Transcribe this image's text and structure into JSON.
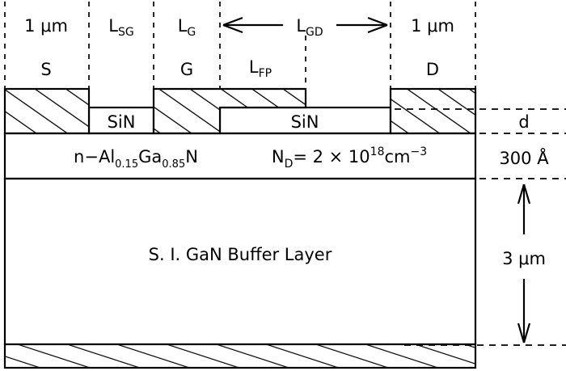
{
  "figure": {
    "type": "cross-section-schematic",
    "title": "AlGaN/GaN HEMT with field plate cross-section"
  },
  "top_dimension_labels": {
    "source_width": "1 μm",
    "source_gate_spacing": "L",
    "source_gate_spacing_sub": "SG",
    "gate_length": "L",
    "gate_length_sub": "G",
    "gate_drain_spacing": "L",
    "gate_drain_spacing_sub": "GD",
    "drain_width": "1 μm"
  },
  "electrode_labels": {
    "source": "S",
    "gate": "G",
    "drain": "D",
    "field_plate": "L",
    "field_plate_sub": "FP"
  },
  "layers": {
    "passivation_left": "SiN",
    "passivation_right": "SiN",
    "barrier_prefix": "n−Al",
    "barrier_sub_1": "0.15",
    "barrier_mid": "Ga",
    "barrier_sub_2": "0.85",
    "barrier_suffix": "N",
    "buffer": "S. I. GaN Buffer Layer"
  },
  "doping": {
    "symbol": "N",
    "symbol_sub": "D",
    "equals": "= 2 × 10",
    "exponent": "18",
    "units": "cm",
    "units_exponent": "−3"
  },
  "right_dimension_labels": {
    "passivation_thickness": "d",
    "barrier_thickness": "300 Å",
    "buffer_thickness": "3 μm"
  },
  "colors": {
    "line": "#000000",
    "background": "#ffffff"
  }
}
